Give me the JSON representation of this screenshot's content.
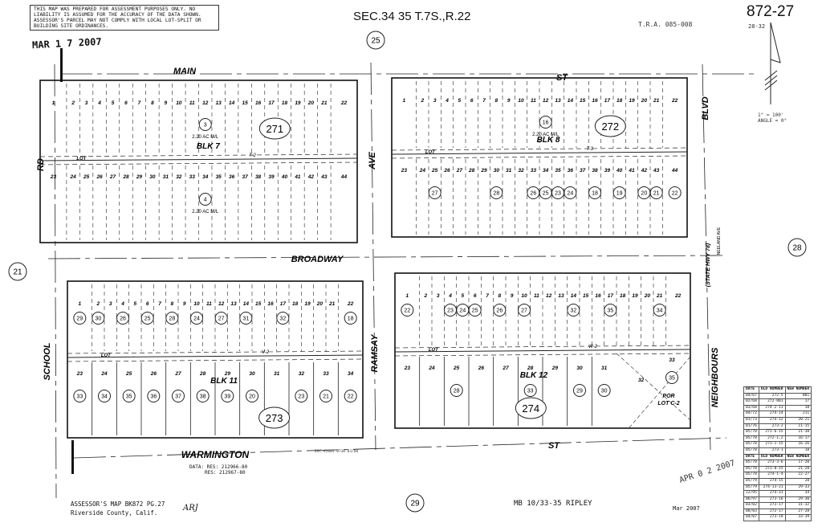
{
  "notice": "THIS MAP WAS PREPARED FOR ASSESSMENT PURPOSES ONLY. NO LIABILITY IS ASSUMED FOR THE ACCURACY OF THE DATA SHOWN. ASSESSOR'S PARCEL MAY NOT COMPLY WITH LOCAL LOT-SPLIT OR BUILDING SITE ORDINANCES.",
  "received_stamp": "MAR 1 7 2007",
  "section": "SEC.34 35 T.7S.,R.22",
  "tra": "T.R.A. 085-008",
  "book_page": "872-27",
  "book_page_sub": "28-32",
  "scale": "1\" = 100'",
  "angle": "ANGLE = 0°",
  "adjacent_pages": [
    "25",
    "21",
    "28",
    "29"
  ],
  "streets": {
    "main_left": "MAIN",
    "main_right": "ST",
    "broadway": "BROADWAY",
    "warmington": "WARMINGTON",
    "warmington_st": "ST",
    "school": "SCHOOL",
    "school_rd": "RD",
    "ramsay": "RAMSAY",
    "ramsay_ave": "AVE",
    "neighbours": "NEIGHBOURS",
    "blvd": "BLVD",
    "state_hwy": "(STATE HWY 78)",
    "neeland": "NEELAND AVE"
  },
  "blocks": [
    {
      "id": "blk7",
      "label": "BLK 7",
      "page_no": "271",
      "alley": "T-2",
      "lot_word": "LOT",
      "top_lots": [
        "1",
        "2",
        "3",
        "4",
        "5",
        "6",
        "7",
        "8",
        "9",
        "10",
        "11",
        "12",
        "13",
        "14",
        "15",
        "16",
        "17",
        "18",
        "19",
        "20",
        "21",
        "22"
      ],
      "bottom_lots": [
        "23",
        "24",
        "25",
        "26",
        "27",
        "28",
        "29",
        "30",
        "31",
        "32",
        "33",
        "34",
        "35",
        "36",
        "37",
        "38",
        "39",
        "40",
        "41",
        "42",
        "43",
        "44"
      ],
      "parcels": [
        {
          "num": "3",
          "row": "top",
          "lot": 12,
          "acres": "2.20 AC M/L"
        },
        {
          "num": "4",
          "row": "bottom",
          "lot": 34,
          "acres": "2.20 AC M/L"
        }
      ]
    },
    {
      "id": "blk8",
      "label": "BLK 8",
      "page_no": "272",
      "alley": "T-3",
      "lot_word": "LOT",
      "top_lots": [
        "1",
        "2",
        "3",
        "4",
        "5",
        "6",
        "7",
        "8",
        "9",
        "10",
        "11",
        "12",
        "13",
        "14",
        "15",
        "16",
        "17",
        "18",
        "19",
        "20",
        "21",
        "22"
      ],
      "bottom_lots": [
        "23",
        "24",
        "25",
        "26",
        "27",
        "28",
        "29",
        "30",
        "31",
        "32",
        "33",
        "34",
        "35",
        "36",
        "37",
        "38",
        "39",
        "40",
        "41",
        "42",
        "43",
        "44"
      ],
      "parcels": [
        {
          "num": "16",
          "row": "top",
          "lot": 12,
          "acres": "2.20 AC M/L"
        },
        {
          "num": "27",
          "row": "bottom",
          "lot": 25
        },
        {
          "num": "28",
          "row": "bottom",
          "lot": 30
        },
        {
          "num": "26",
          "row": "bottom",
          "lot": 33
        },
        {
          "num": "25",
          "row": "bottom",
          "lot": 34
        },
        {
          "num": "23",
          "row": "bottom",
          "lot": 35
        },
        {
          "num": "24",
          "row": "bottom",
          "lot": 36
        },
        {
          "num": "18",
          "row": "bottom",
          "lot": 38
        },
        {
          "num": "19",
          "row": "bottom",
          "lot": 40
        },
        {
          "num": "20",
          "row": "bottom",
          "lot": 42
        },
        {
          "num": "21",
          "row": "bottom",
          "lot": 43
        },
        {
          "num": "22",
          "row": "bottom",
          "lot": 44
        }
      ]
    },
    {
      "id": "blk11",
      "label": "BLK 11",
      "page_no": "273",
      "alley": "V-2",
      "lot_word": "LOT",
      "top_lots": [
        "1",
        "2",
        "3",
        "4",
        "5",
        "6",
        "7",
        "8",
        "9",
        "10",
        "11",
        "12",
        "13",
        "14",
        "15",
        "16",
        "17",
        "18",
        "19",
        "20",
        "21",
        "22"
      ],
      "bottom_lots": [
        "23",
        "24",
        "25",
        "26",
        "27",
        "28",
        "29",
        "30",
        "31",
        "32",
        "33",
        "34"
      ],
      "parcels": [
        {
          "num": "29",
          "row": "top",
          "lot": 1
        },
        {
          "num": "30",
          "row": "top",
          "lot": 2
        },
        {
          "num": "26",
          "row": "top",
          "lot": 4
        },
        {
          "num": "25",
          "row": "top",
          "lot": 6
        },
        {
          "num": "28",
          "row": "top",
          "lot": 8
        },
        {
          "num": "24",
          "row": "top",
          "lot": 10
        },
        {
          "num": "27",
          "row": "top",
          "lot": 12
        },
        {
          "num": "31",
          "row": "top",
          "lot": 14
        },
        {
          "num": "32",
          "row": "top",
          "lot": 17
        },
        {
          "num": "18",
          "row": "top",
          "lot": 22
        },
        {
          "num": "33",
          "row": "bottom",
          "lot": 23
        },
        {
          "num": "34",
          "row": "bottom",
          "lot": 24
        },
        {
          "num": "35",
          "row": "bottom",
          "lot": 25
        },
        {
          "num": "36",
          "row": "bottom",
          "lot": 26
        },
        {
          "num": "37",
          "row": "bottom",
          "lot": 27
        },
        {
          "num": "38",
          "row": "bottom",
          "lot": 28
        },
        {
          "num": "39",
          "row": "bottom",
          "lot": 29
        },
        {
          "num": "20",
          "row": "bottom",
          "lot": 30
        },
        {
          "num": "23",
          "row": "bottom",
          "lot": 32
        },
        {
          "num": "21",
          "row": "bottom",
          "lot": 33
        },
        {
          "num": "22",
          "row": "bottom",
          "lot": 34
        }
      ]
    },
    {
      "id": "blk12",
      "label": "BLK 12",
      "page_no": "274",
      "alley": "W-2",
      "lot_word": "LOT",
      "por_lot": "POR LOT C-2",
      "top_lots": [
        "1",
        "2",
        "3",
        "4",
        "5",
        "6",
        "7",
        "8",
        "9",
        "10",
        "11",
        "12",
        "13",
        "14",
        "15",
        "16",
        "17",
        "18",
        "19",
        "20",
        "21",
        "22"
      ],
      "bottom_lots": [
        "23",
        "24",
        "25",
        "26",
        "27",
        "28",
        "29",
        "30",
        "31",
        "32",
        "33"
      ],
      "parcels": [
        {
          "num": "22",
          "row": "top",
          "lot": 1
        },
        {
          "num": "23",
          "row": "top",
          "lot": 4
        },
        {
          "num": "24",
          "row": "top",
          "lot": 5
        },
        {
          "num": "25",
          "row": "top",
          "lot": 6
        },
        {
          "num": "26",
          "row": "top",
          "lot": 8
        },
        {
          "num": "27",
          "row": "top",
          "lot": 10
        },
        {
          "num": "32",
          "row": "top",
          "lot": 14
        },
        {
          "num": "35",
          "row": "top",
          "lot": 17
        },
        {
          "num": "34",
          "row": "top",
          "lot": 21
        },
        {
          "num": "28",
          "row": "bottom",
          "lot": 25
        },
        {
          "num": "33",
          "row": "bottom",
          "lot": 28
        },
        {
          "num": "29",
          "row": "bottom",
          "lot": 30
        },
        {
          "num": "30",
          "row": "bottom",
          "lot": 31
        },
        {
          "num": "35",
          "row": "bottom",
          "lot": 33
        }
      ]
    }
  ],
  "data_res": [
    "DATA: RES: 212966-80",
    "RES: 212967-80"
  ],
  "doc_ref": "DOC.#2004-0730-03/00",
  "footer": {
    "line1": "ASSESSOR'S MAP BK872 PG.27",
    "line2": "Riverside County, Calif.",
    "initials": "ARJ"
  },
  "map_book": "MB 10/33-35 RIPLEY",
  "map_date": "Mar 2007",
  "recorded_stamp": "APR 0 2 2007",
  "history": {
    "headers": [
      "DATE",
      "OLD NUMBER",
      "NEW NUMBER"
    ],
    "rows": [
      [
        "04/67",
        "272-5",
        "801"
      ],
      [
        "02/68",
        "272-801",
        "17"
      ],
      [
        "03/68",
        "274-2-11",
        "18"
      ],
      [
        "04/72",
        "274-14",
        "211"
      ],
      [
        "01/73",
        "274-12",
        "20-21"
      ],
      [
        "01/76",
        "273-2",
        "11-15"
      ],
      [
        "05/78",
        "271-6-15",
        "21-38"
      ],
      [
        "05/78",
        "272-1,2",
        "16-17"
      ],
      [
        "05/78",
        "273-1-15",
        "16-26"
      ],
      [
        "05/78",
        "273-1",
        "18"
      ]
    ],
    "rows2": [
      [
        "05/78",
        "273-3-6",
        "17-20"
      ],
      [
        "05/78",
        "273-8-15",
        "21-28"
      ],
      [
        "05/78",
        "274-1-4",
        "22-27"
      ],
      [
        "05/79",
        "274-15",
        "28"
      ],
      [
        "05/79",
        "274-13-21",
        "29-33"
      ],
      [
        "12/95",
        "274-31",
        "34"
      ],
      [
        "06/97",
        "273-16",
        "29-30"
      ],
      [
        "03/02",
        "273-17",
        "31-32"
      ],
      [
        "08/03",
        "272-17",
        "27-28"
      ],
      [
        "04/07",
        "273-19",
        "33-39"
      ]
    ]
  }
}
